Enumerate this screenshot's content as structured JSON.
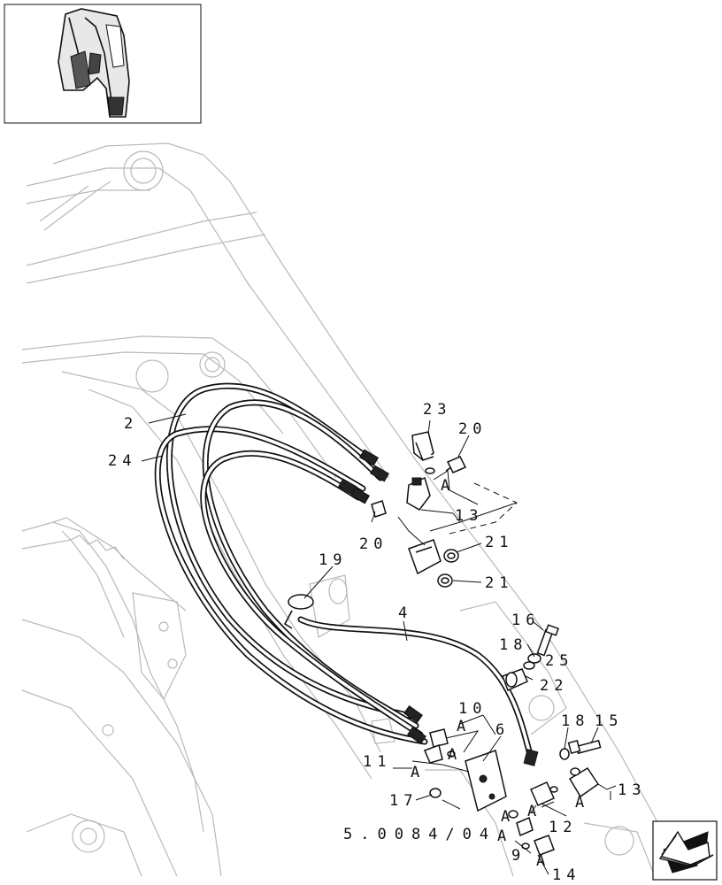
{
  "thumbnail": {
    "icon": "machine-overview-thumbnail"
  },
  "nav_arrow": {
    "icon": "previous-page-arrow-icon"
  },
  "callouts": {
    "c2": "2",
    "c24": "24",
    "c23": "23",
    "c20a": "20",
    "c20b": "20",
    "c13a": "13",
    "c21a": "21",
    "c21b": "21",
    "c19": "19",
    "c4": "4",
    "c16": "16",
    "c18a": "18",
    "c25": "25",
    "c22": "22",
    "c10": "10",
    "c6": "6",
    "c18b": "18",
    "c15": "15",
    "c11": "11",
    "c13b": "13",
    "c17": "17",
    "c12": "12",
    "c9": "9",
    "c14": "14",
    "ref": "5.0084/04"
  },
  "markers": {
    "a1": "A",
    "a2": "A",
    "a3": "A",
    "a4": "A",
    "a5": "A",
    "a6": "A",
    "a7": "A",
    "a8": "A",
    "a9": "A"
  }
}
